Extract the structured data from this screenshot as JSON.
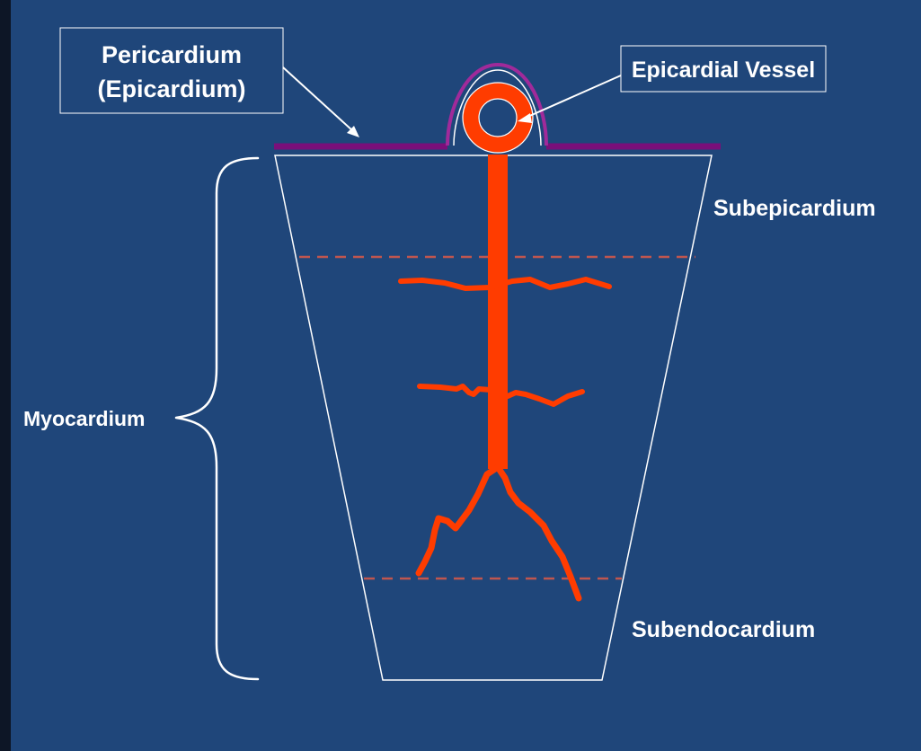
{
  "labels": {
    "pericardium_line1": "Pericardium",
    "pericardium_line2": "(Epicardium)",
    "epicardial_vessel": "Epicardial Vessel",
    "subepicardium": "Subepicardium",
    "myocardium": "Myocardium",
    "subendocardium": "Subendocardium"
  },
  "colors": {
    "background": "#1f467a",
    "outer_frame": "#0d1626",
    "vessel": "#ff3c00",
    "pericardium": "#7a0f7a",
    "vessel_sheath": "#a02a9a",
    "boundary_dashes": "#c0564f",
    "outline": "#ffffff"
  }
}
